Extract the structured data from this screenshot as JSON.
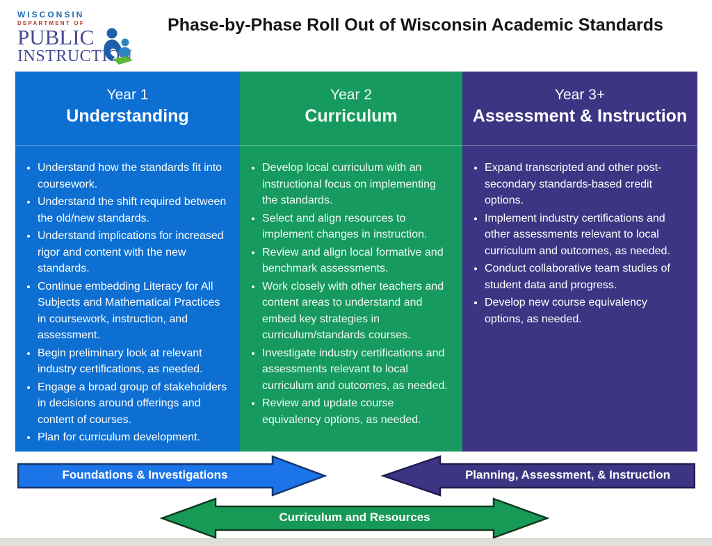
{
  "header": {
    "logo": {
      "line1": "WISCONSIN",
      "line2": "DEPARTMENT OF",
      "line3": "PUBLIC",
      "line4": "INSTRUCTION",
      "icon": "adult-child-book-icon"
    },
    "title": "Phase-by-Phase Roll Out of Wisconsin Academic Standards"
  },
  "columns": [
    {
      "year": "Year 1",
      "phase": "Understanding",
      "color": "#0d6fd2",
      "bullets": [
        "Understand how the standards fit into coursework.",
        "Understand the shift required between the old/new standards.",
        "Understand implications for increased rigor and content with the new standards.",
        "Continue embedding Literacy for All Subjects and Mathematical Practices in coursework, instruction, and assessment.",
        "Begin preliminary look at relevant industry certifications, as needed.",
        "Engage a broad group of stakeholders in decisions around offerings and content of courses.",
        "Plan for curriculum development."
      ]
    },
    {
      "year": "Year 2",
      "phase": "Curriculum",
      "color": "#179a5f",
      "bullets": [
        "Develop local curriculum with an instructional focus on implementing the standards.",
        "Select and align resources to implement changes in instruction.",
        "Review and align local formative and benchmark assessments.",
        "Work closely with other teachers and content areas to understand and embed key strategies in curriculum/standards courses.",
        "Investigate industry certifications and assessments relevant to local curriculum and outcomes, as needed.",
        "Review and update course equivalency options, as needed."
      ]
    },
    {
      "year": "Year 3+",
      "phase": "Assessment & Instruction",
      "color": "#3d3583",
      "bullets": [
        "Expand transcripted and other post-secondary standards-based credit options.",
        "Implement industry certifications and other assessments relevant to local curriculum and outcomes, as needed.",
        "Conduct collaborative team studies of student data and progress.",
        "Develop new course equivalency options, as needed."
      ]
    }
  ],
  "arrows": [
    {
      "label": "Foundations & Investigations",
      "direction": "right",
      "fill": "#1b74e8",
      "border": "#16356b"
    },
    {
      "label": "Planning, Assessment, & Instruction",
      "direction": "left",
      "fill": "#3d3583",
      "border": "#201b4d"
    },
    {
      "label": "Curriculum and Resources",
      "direction": "both",
      "fill": "#189a57",
      "border": "#0d3a1d"
    }
  ]
}
